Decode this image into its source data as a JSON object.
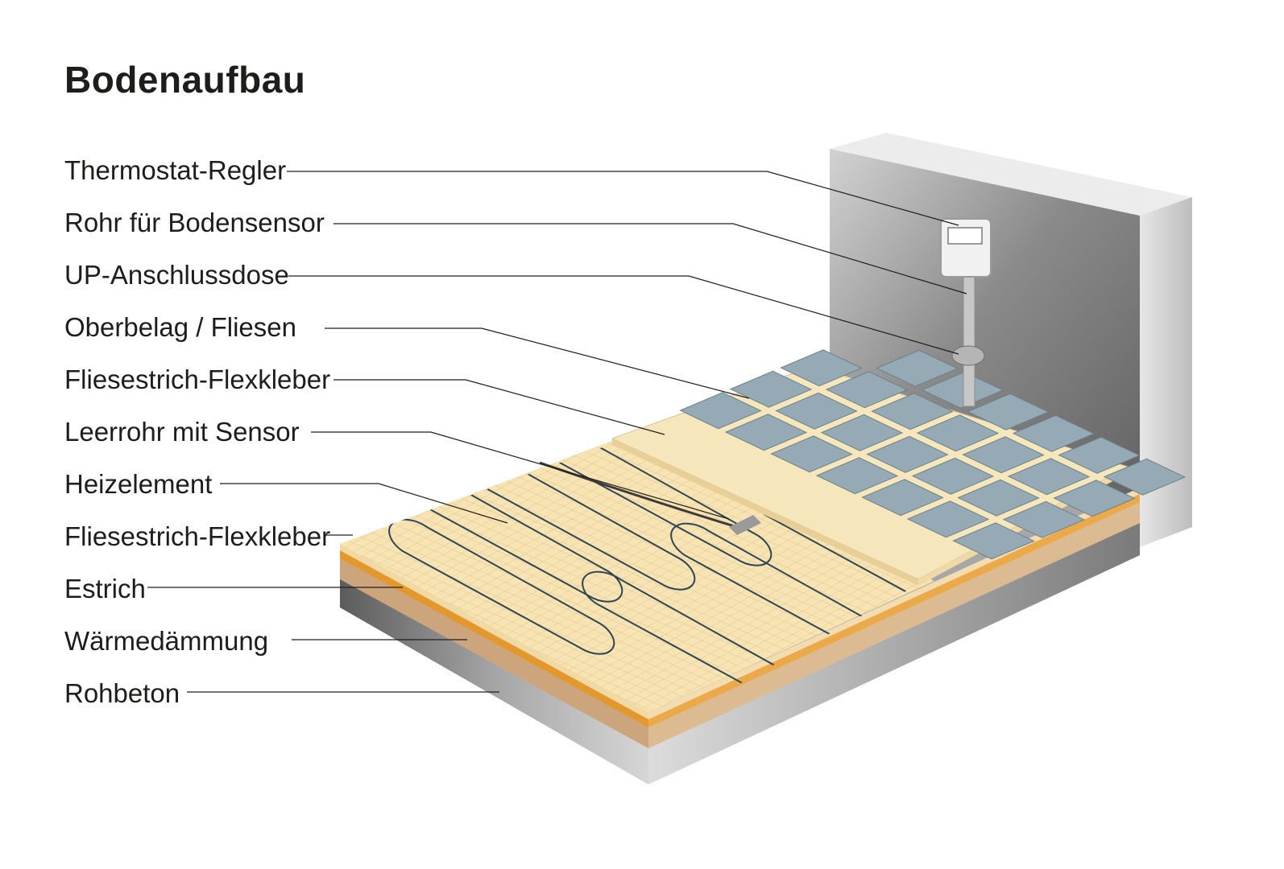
{
  "title": "Bodenaufbau",
  "labels": [
    "Thermostat-Regler",
    "Rohr für Bodensensor",
    "UP-Anschlussdose",
    "Oberbelag / Fliesen",
    "Fliesestrich-Flexkleber",
    "Leerrohr mit Sensor",
    "Heizelement",
    "Fliesestrich-Flexkleber",
    "Estrich",
    "Wärmedämmung",
    "Rohbeton"
  ],
  "colors": {
    "concrete": "#a7a7a7",
    "wall": "#8d8d8d",
    "screed": "#d8b78f",
    "insulation": "#e59a2d",
    "mat": "#f8e3b2",
    "adhesive": "#f6e6bc",
    "tile": "#95aab5",
    "heating_cable": "#2d4554",
    "leader_line": "#1d1d1b"
  }
}
